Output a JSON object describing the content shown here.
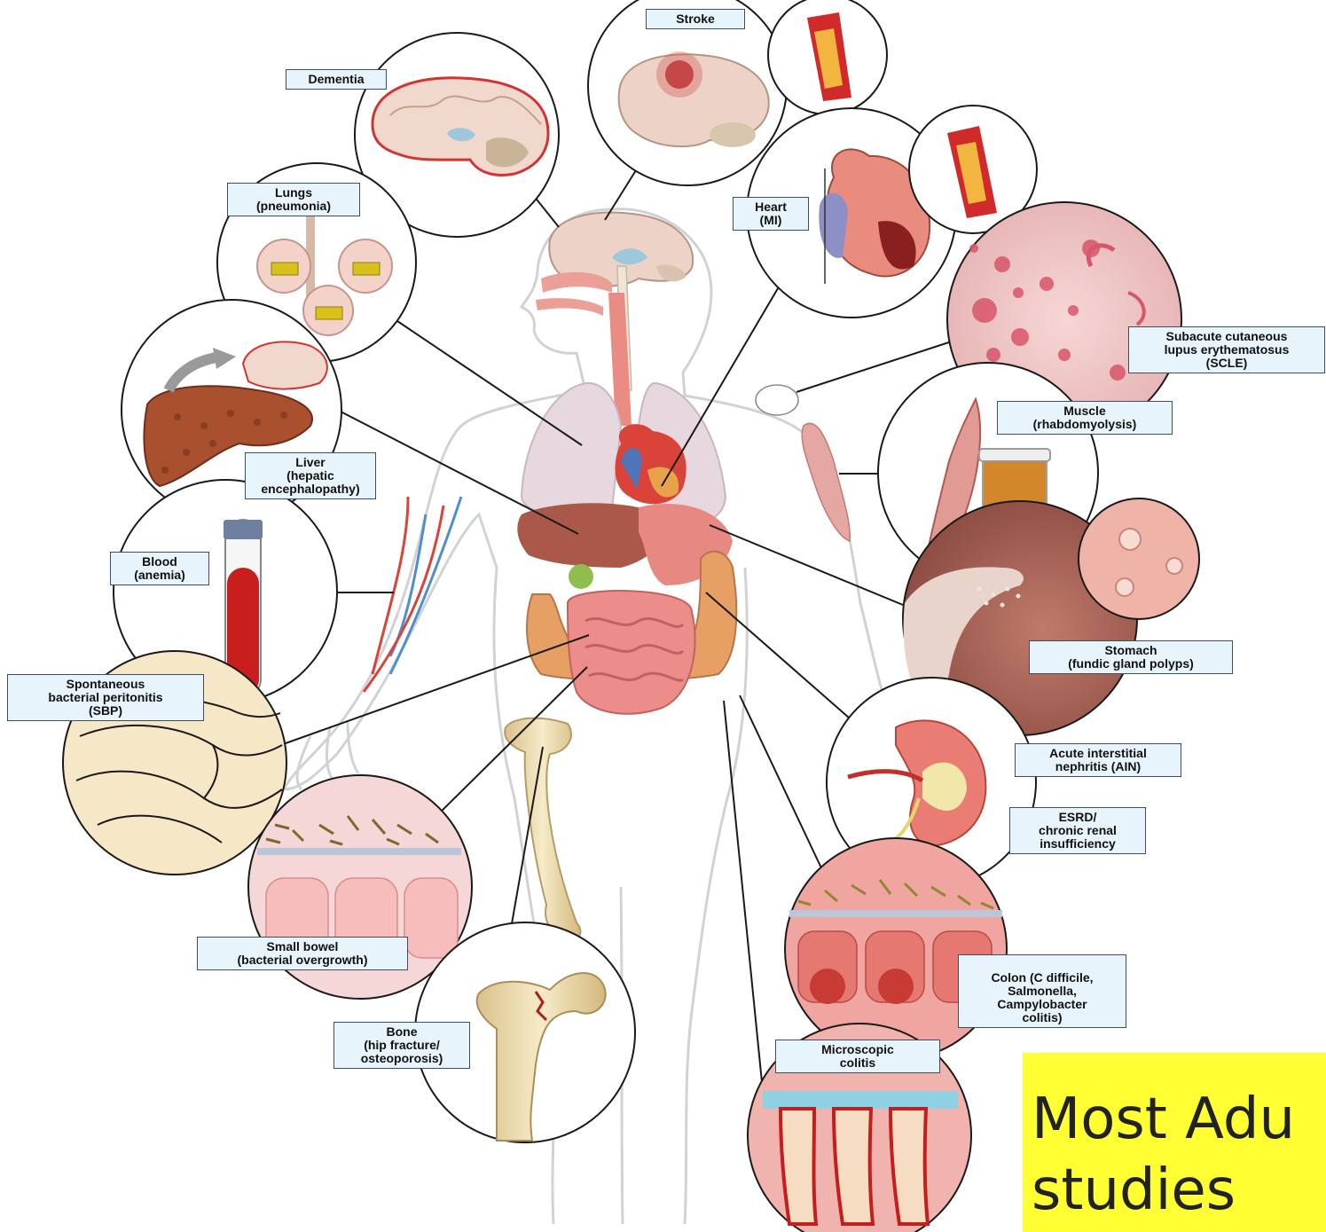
{
  "labels": {
    "stroke": "Stroke",
    "dementia": "Dementia",
    "lungs": "Lungs\n(pneumonia)",
    "heart": "Heart\n(MI)",
    "scle": "Subacute cutaneous\nlupus erythematosus\n(SCLE)",
    "muscle": "Muscle\n(rhabdomyolysis)",
    "liver": "Liver\n(hepatic\nencephalopathy)",
    "blood": "Blood\n(anemia)",
    "stomach": "Stomach\n(fundic gland polyps)",
    "sbp": "Spontaneous\nbacterial peritonitis\n(SBP)",
    "ain": "Acute interstitial\nnephritis (AIN)",
    "esrd": "ESRD/\nchronic renal\ninsufficiency",
    "small_bowel": "Small bowel\n(bacterial overgrowth)",
    "colon": "Colon (C difficile,\nSalmonella,\nCampylobacter\ncolitis)",
    "bone": "Bone\n(hip fracture/\nosteoporosis)",
    "microscopic_colitis": "Microscopic\ncolitis"
  },
  "banner": {
    "line1": "Most Adu",
    "line2": "studies",
    "color": "#ffff33"
  },
  "colors": {
    "label_fill": "#e8f4fb",
    "label_border": "#3a4f5f",
    "body_outline": "#cfd3d6",
    "lung": "#e9d6de",
    "intestine": "#eb8a86",
    "colon": "#e3a064",
    "liver": "#a9502f",
    "blood": "#c81e1e",
    "skin_lesion": "#d8566a"
  }
}
